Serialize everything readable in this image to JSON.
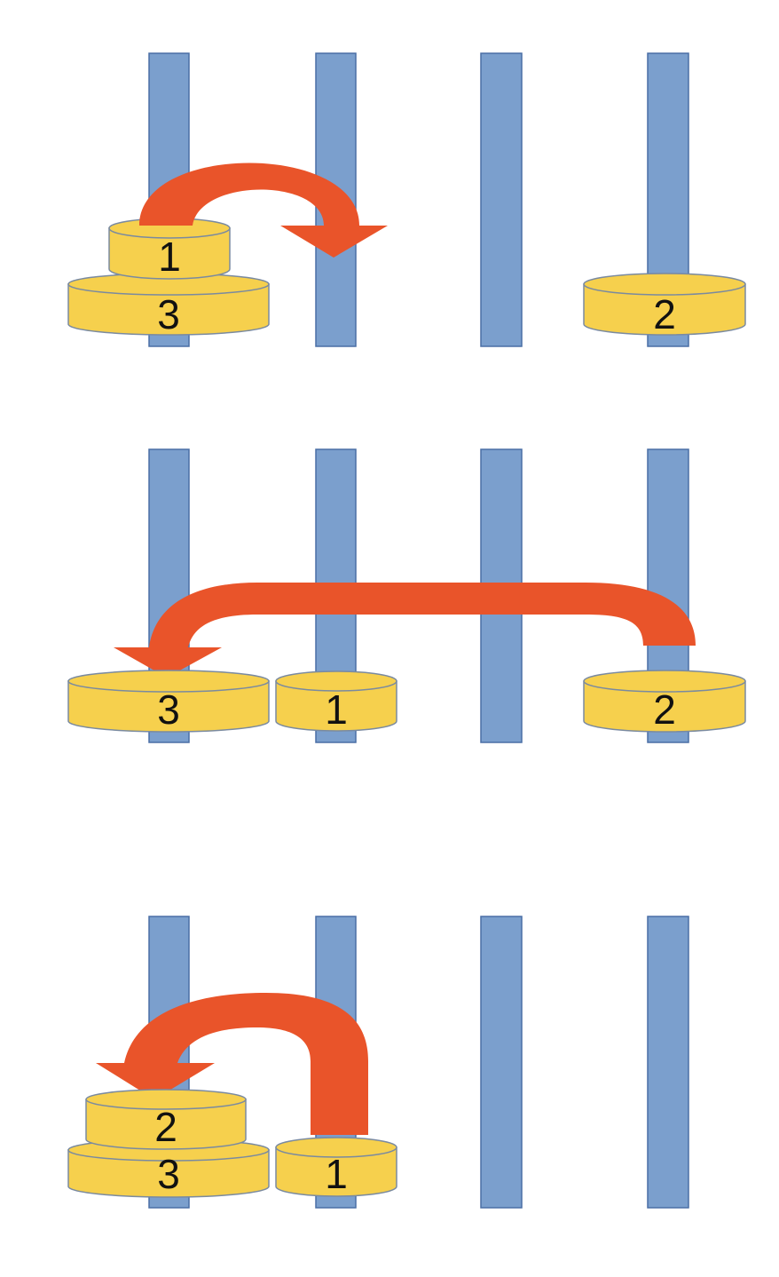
{
  "colors": {
    "peg": "#7b9fcd",
    "peg_stroke": "#4a6fa5",
    "disk": "#f6d04d",
    "disk_stroke": "#7a8aa0",
    "arrow": "#e9542a",
    "text": "#111111"
  },
  "panels": [
    {
      "id": "step-1",
      "pegs": [
        {
          "disks": [
            "3",
            "1"
          ]
        },
        {
          "disks": []
        },
        {
          "disks": []
        },
        {
          "disks": [
            "2"
          ]
        }
      ],
      "move": {
        "disk": "1",
        "from_peg": 1,
        "to_peg": 2
      }
    },
    {
      "id": "step-2",
      "pegs": [
        {
          "disks": [
            "3"
          ]
        },
        {
          "disks": [
            "1"
          ]
        },
        {
          "disks": []
        },
        {
          "disks": [
            "2"
          ]
        }
      ],
      "move": {
        "disk": "2",
        "from_peg": 4,
        "to_peg": 1
      }
    },
    {
      "id": "step-3",
      "pegs": [
        {
          "disks": [
            "3",
            "2"
          ]
        },
        {
          "disks": [
            "1"
          ]
        },
        {
          "disks": []
        },
        {
          "disks": []
        }
      ],
      "move": {
        "disk": "1",
        "from_peg": 2,
        "to_peg": 1
      }
    }
  ]
}
